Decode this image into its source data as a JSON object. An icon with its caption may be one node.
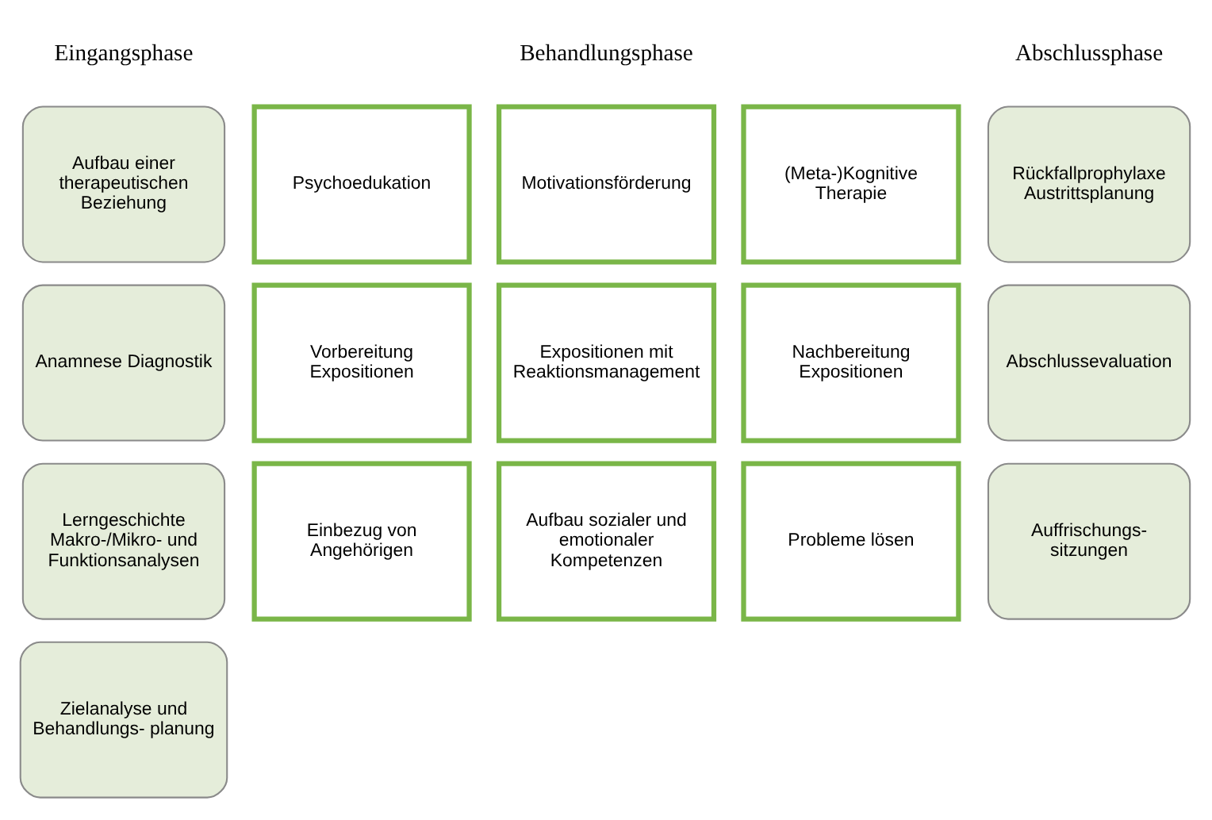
{
  "diagram": {
    "nodes": [
      {
        "text": [
          "Aufbau einer therapeutischen Beziehung"
        ]
      },
      {
        "text": [
          "Anamnese Diagnostik"
        ]
      },
      {
        "text": [
          "Lerngeschichte Makro-/Mikro- und Funktionsanalysen"
        ]
      },
      {
        "text": [
          "Zielanalyse und Behandlungs- planung"
        ]
      },
      {
        "text": [
          "Psychoedukation"
        ]
      },
      {
        "text": [
          "Motivationsförderung"
        ]
      },
      {
        "text": [
          "(Meta-)Kognitive Therapie"
        ]
      },
      {
        "text": [
          "Vorbereitung Expositionen"
        ]
      },
      {
        "text": [
          "Expositionen mit Reaktionsmanagement"
        ]
      },
      {
        "text": [
          "Nachbereitung Expositionen"
        ]
      },
      {
        "text": [
          "Einbezug von Angehörigen"
        ]
      },
      {
        "text": [
          "Aufbau sozialer und emotionaler Kompetenzen"
        ]
      },
      {
        "text": [
          "Probleme lösen"
        ]
      },
      {
        "text": [
          "Rückfallprophylaxe Austrittsplanung"
        ]
      },
      {
        "text": [
          "Abschlussevaluation"
        ]
      },
      {
        "text": [
          "Auffrischungs- sitzungen"
        ]
      }
    ],
    "edges": [],
    "labels": [
      "Eingangsphase",
      "Behandlungsphase",
      "Abschlussphase"
    ]
  }
}
